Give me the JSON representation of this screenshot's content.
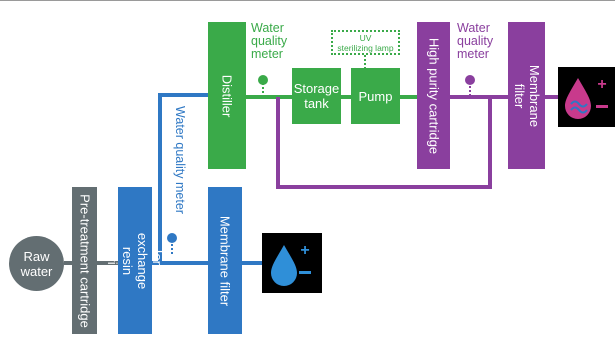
{
  "colors": {
    "gray": "#636e72",
    "blue": "#2f78c4",
    "green": "#3aaa49",
    "purple": "#8a3f9e",
    "ion_drop_lower": "#2f78c4",
    "ion_drop_upper": "#c83a8c"
  },
  "raw_water": "Raw\nwater",
  "pretreatment": "Pre-treatment cartridge",
  "ion_exchange": "Ion-exchange resin\ncartridge",
  "membrane_filter_lower": "Membrane filter",
  "water_quality_meter_blue": "Water quality meter",
  "distiller": "Distiller",
  "water_quality_meter_green": "Water\nquality\nmeter",
  "uv_lamp": "UV\nsterilizing lamp",
  "storage_tank": "Storage\ntank",
  "pump": "Pump",
  "high_purity": "High purity cartridge",
  "water_quality_meter_purple": "Water\nquality\nmeter",
  "membrane_filter_upper": "Membrane\nfilter",
  "icons": {
    "lower": "blue-water-drop-plus-minus-icon",
    "upper": "pink-ion-drop-plus-minus-icon"
  }
}
